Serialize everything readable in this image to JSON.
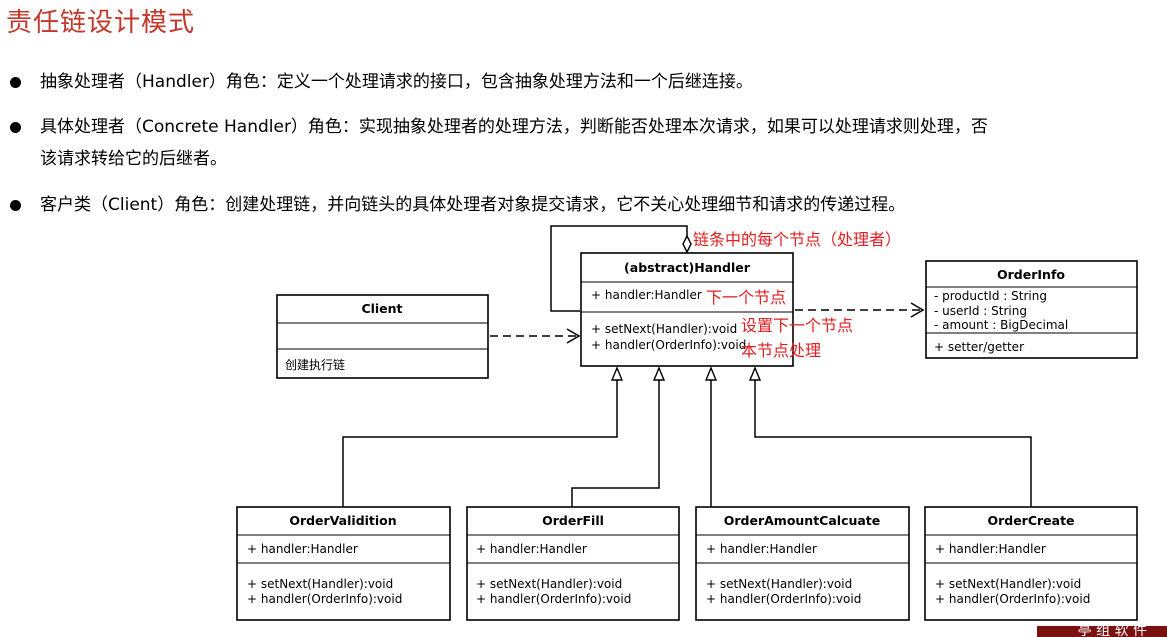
{
  "title": "责任链设计模式",
  "bullets": [
    {
      "line1": "抽象处理者（Handler）角色：定义一个处理请求的接口，包含抽象处理方法和一个后继连接。",
      "line2": ""
    },
    {
      "line1": "具体处理者（Concrete Handler）角色：实现抽象处理者的处理方法，判断能否处理本次请求，如果可以处理请求则处理，否",
      "line2": "该请求转给它的后继者。"
    },
    {
      "line1": "客户类（Client）角色：创建处理链，并向链头的具体处理者对象提交请求，它不关心处理细节和请求的传递过程。",
      "line2": ""
    }
  ],
  "diagram": {
    "handler": {
      "name": "(abstract)Handler",
      "attr": "+ handler:Handler",
      "op1": "+ setNext(Handler):void",
      "op2": "+ handler(OrderInfo):void"
    },
    "client": {
      "name": "Client",
      "op": "创建执行链"
    },
    "orderinfo": {
      "name": "OrderInfo",
      "attr1": "- productId : String",
      "attr2": "- userId : String",
      "attr3": "- amount : BigDecimal",
      "op": "+ setter/getter"
    },
    "subclasses": [
      {
        "name": "OrderValidition",
        "attr": "+ handler:Handler",
        "op1": "+ setNext(Handler):void",
        "op2": "+ handler(OrderInfo):void"
      },
      {
        "name": "OrderFill",
        "attr": "+ handler:Handler",
        "op1": "+ setNext(Handler):void",
        "op2": "+ handler(OrderInfo):void"
      },
      {
        "name": "OrderAmountCalcuate",
        "attr": "+ handler:Handler",
        "op1": "+ setNext(Handler):void",
        "op2": "+ handler(OrderInfo):void"
      },
      {
        "name": "OrderCreate",
        "attr": "+ handler:Handler",
        "op1": "+ setNext(Handler):void",
        "op2": "+ handler(OrderInfo):void"
      }
    ],
    "annotations": {
      "chain_node": "链条中的每个节点（处理者）",
      "next_node": "下一个节点",
      "set_next": "设置下一个节点",
      "this_node": "本节点处理"
    }
  },
  "corner_text": "亭 组 软 件",
  "colors": {
    "title": "#c0392b",
    "annotation": "#e02020"
  }
}
